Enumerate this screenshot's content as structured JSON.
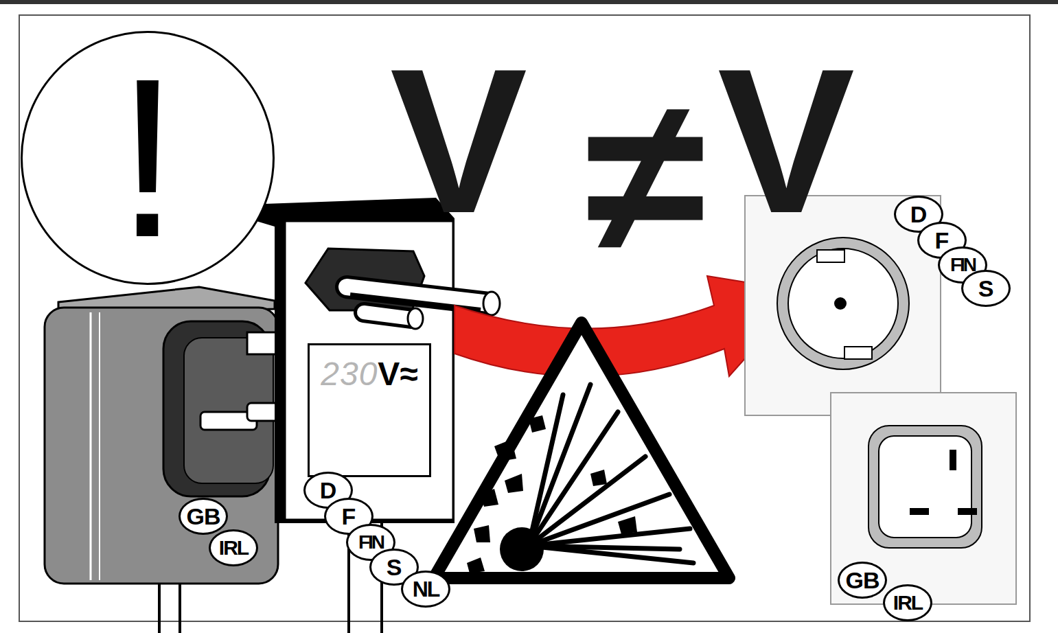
{
  "diagram": {
    "nodes": [
      {
        "text": [
          "!"
        ]
      },
      {
        "text": [
          "230",
          "V≈"
        ]
      },
      {
        "text": [
          "GB"
        ]
      },
      {
        "text": [
          "IRL"
        ]
      },
      {
        "text": [
          "D"
        ]
      },
      {
        "text": [
          "F"
        ]
      },
      {
        "text": [
          "FIN"
        ]
      },
      {
        "text": [
          "S"
        ]
      },
      {
        "text": [
          "NL"
        ]
      },
      {
        "text": [
          "D"
        ]
      },
      {
        "text": [
          "F"
        ]
      },
      {
        "text": [
          "FIN"
        ]
      },
      {
        "text": [
          "S"
        ]
      },
      {
        "text": [
          "GB"
        ]
      },
      {
        "text": [
          "IRL"
        ]
      }
    ],
    "labels": [
      "V",
      "≠",
      "V"
    ]
  }
}
